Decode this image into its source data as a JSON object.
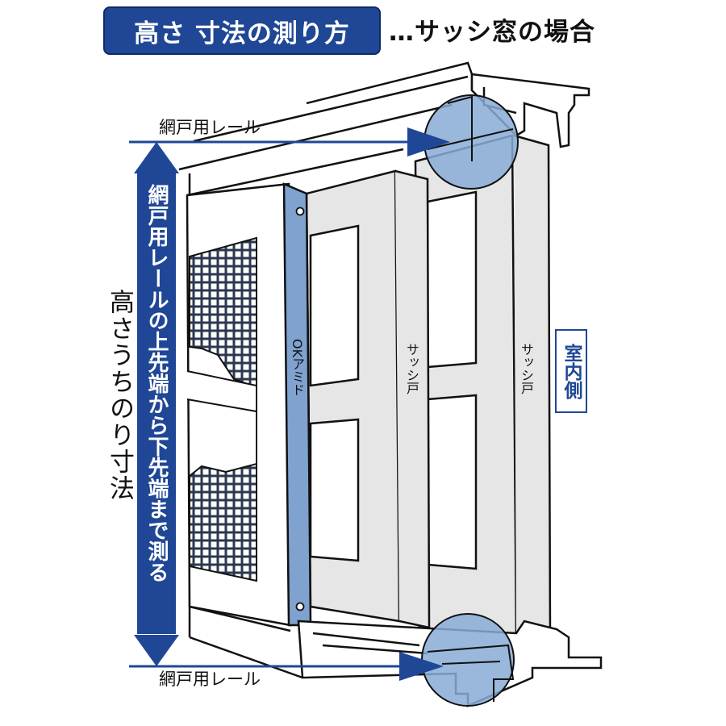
{
  "title": {
    "main": "高さ 寸法の測り方",
    "suffix": "…サッシ窓の場合"
  },
  "labels": {
    "rail_top": "網戸用レール",
    "rail_bottom": "網戸用レール",
    "height_inner": "高さうちのり寸法",
    "measure_instruction": "網戸用レールの上先端から下先端まで測る",
    "okamido": "OKアミド",
    "sash_door_1": "サッシ戸",
    "sash_door_2": "サッシ戸",
    "indoor_side": "室内側"
  },
  "colors": {
    "navy": "#1f4796",
    "screen_blue": "#7fa2cf",
    "highlight_blue": "#88abd6",
    "panel_gray": "#e6e6e6",
    "outline": "#111111"
  },
  "icons": {
    "height_arrow": "double-arrow-vertical-icon",
    "rail_pointer": "arrow-right-icon"
  }
}
